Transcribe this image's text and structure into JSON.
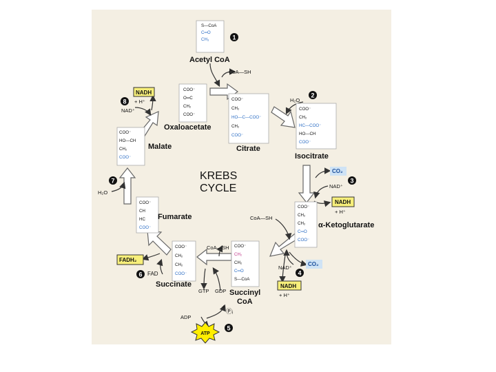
{
  "title": [
    "KREBS",
    "CYCLE"
  ],
  "compounds": {
    "acetyl_coa": "Acetyl CoA",
    "oxaloacetate": "Oxaloacetate",
    "citrate": "Citrate",
    "isocitrate": "Isocitrate",
    "ketoglutarate": "α-Ketoglutarate",
    "succinyl_coa": [
      "Succinyl",
      "CoA"
    ],
    "succinate": "Succinate",
    "fumarate": "Fumarate",
    "malate": "Malate"
  },
  "cofactors": {
    "coa_sh": "CoA—SH",
    "h2o": "H₂O",
    "co2": "CO₂",
    "nad": "NAD⁺",
    "nadh": "NADH",
    "h_plus": "+ H⁺",
    "fad": "FAD",
    "fadh2": "FADH₂",
    "gtp": "GTP",
    "gdp": "GDP",
    "adp": "ADP",
    "pi": "Ⓟᵢ",
    "atp": "ATP",
    "plus": "+"
  },
  "steps": [
    "1",
    "2",
    "3",
    "4",
    "5",
    "6",
    "7",
    "8"
  ],
  "structures": {
    "acetyl_coa": [
      "S—CoA",
      "C═O",
      "CH₃"
    ],
    "oxaloacetate": [
      "COO⁻",
      "O═C",
      "CH₂",
      "COO⁻"
    ],
    "citrate": [
      "COO⁻",
      "CH₂",
      "HO—C—COO⁻",
      "CH₂",
      "COO⁻"
    ],
    "isocitrate": [
      "COO⁻",
      "CH₂",
      "HC—COO⁻",
      "HO—CH",
      "COO⁻"
    ],
    "ketoglutarate": [
      "COO⁻",
      "CH₂",
      "CH₂",
      "C═O",
      "COO⁻"
    ],
    "succinyl_coa": [
      "COO⁻",
      "CH₂",
      "CH₂",
      "C═O",
      "S—CoA"
    ],
    "succinate": [
      "COO⁻",
      "CH₂",
      "CH₂",
      "COO⁻"
    ],
    "fumarate": [
      "COO⁻",
      "CH",
      "HC",
      "COO⁻"
    ],
    "malate": [
      "COO⁻",
      "HO—CH",
      "CH₂",
      "COO⁻"
    ]
  },
  "colors": {
    "panel": "#f4efe3",
    "highlight": "#f7ef7a",
    "highlight_border": "#333333",
    "co2_box": "#cfe3f5",
    "atp_burst": "#ffee00",
    "arrow_fill": "#ffffff",
    "carbon_blue": "#2a6cc4",
    "carbon_pink": "#c0388a"
  }
}
